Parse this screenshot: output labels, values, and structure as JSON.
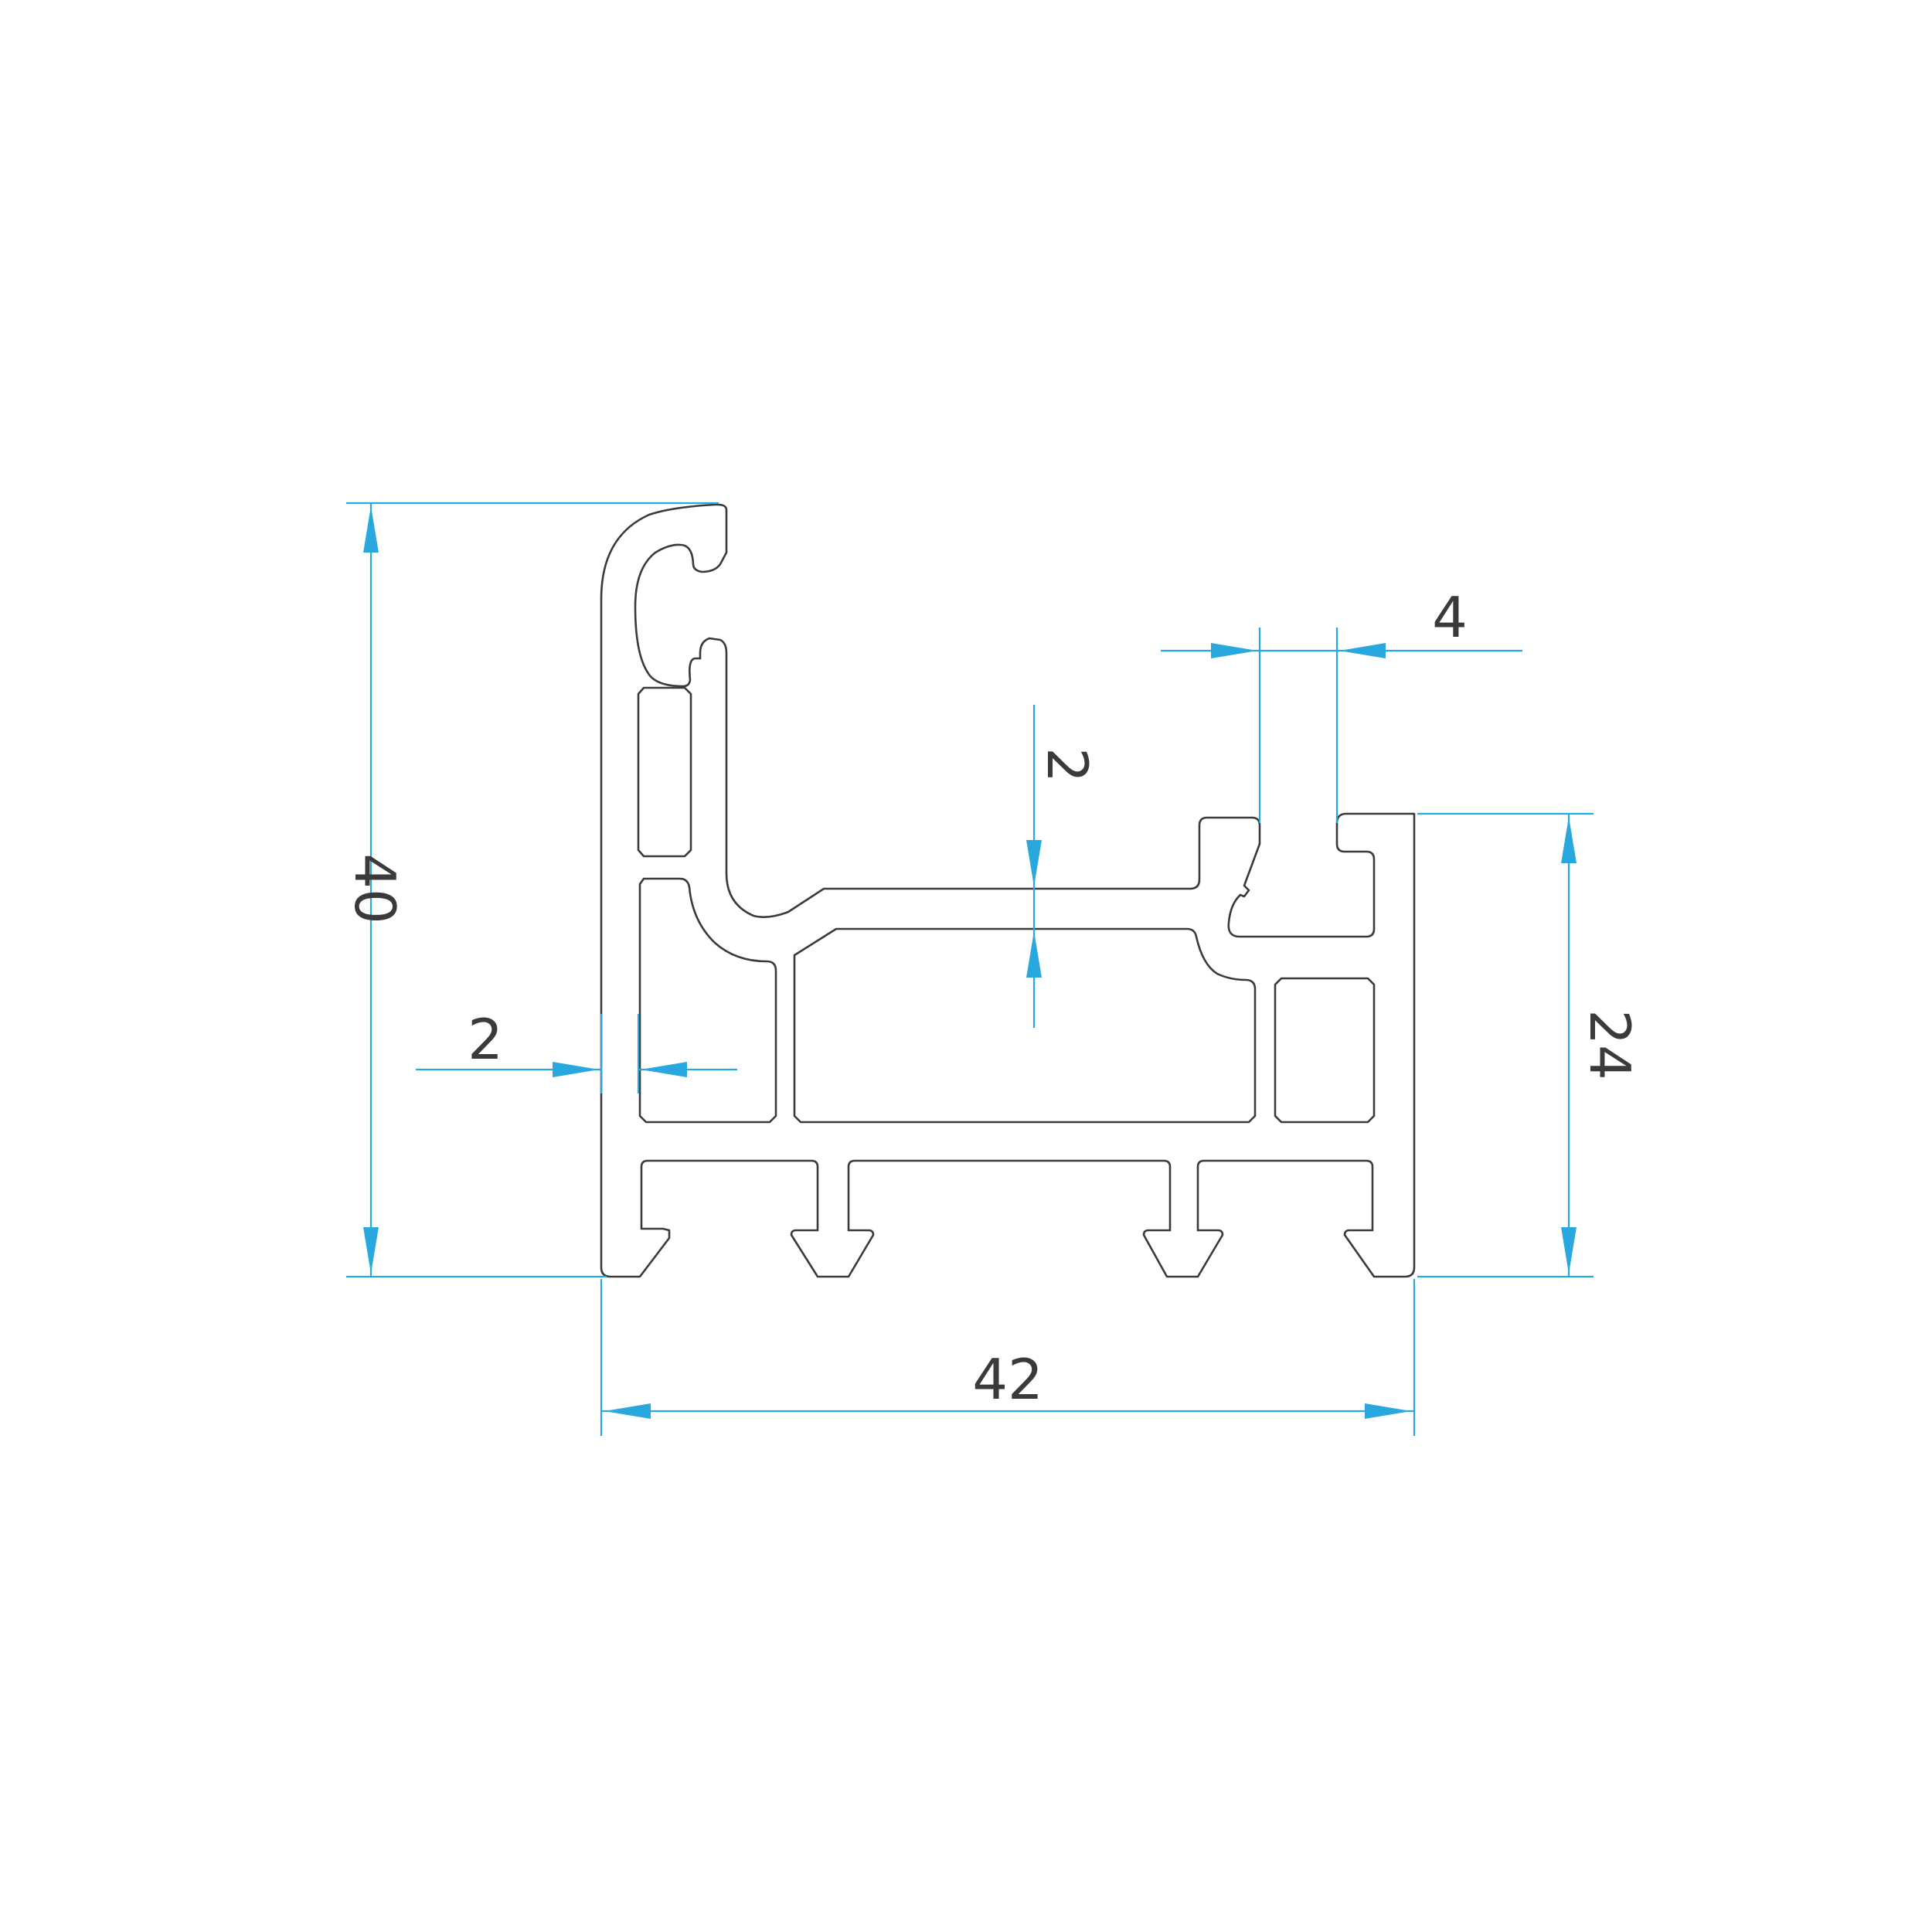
{
  "drawing": {
    "stroke_color": "#3a3a3a",
    "dimension_color": "#29a8e0"
  },
  "dimensions": {
    "overall_height": "40",
    "overall_width": "42",
    "right_height": "24",
    "wall_thickness_left": "2",
    "wall_thickness_center": "2",
    "slot_width": "4"
  }
}
